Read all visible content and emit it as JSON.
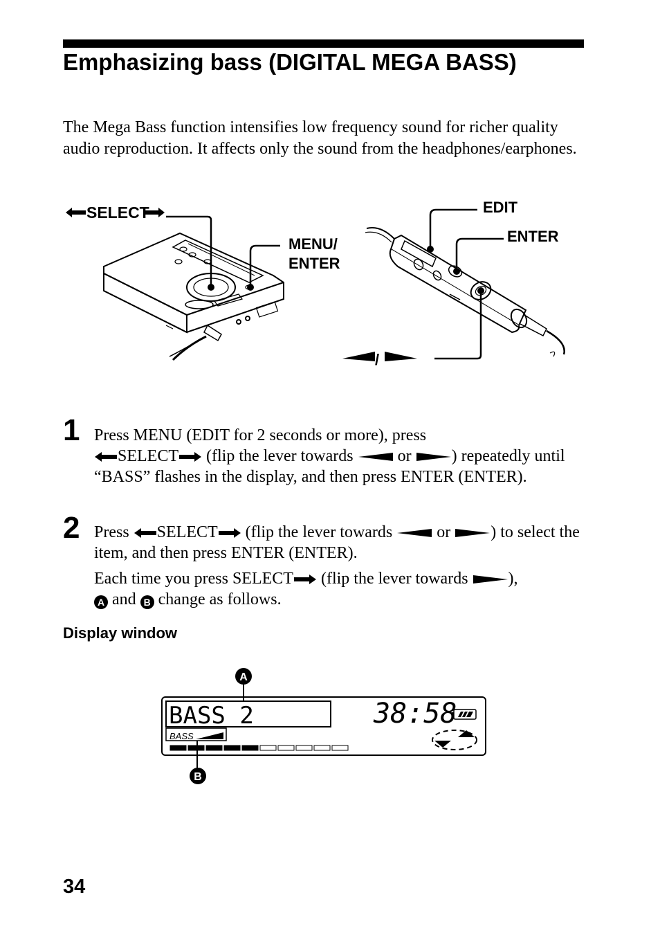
{
  "page": {
    "title": "Emphasizing bass (DIGITAL MEGA BASS)",
    "intro": "The Mega Bass function intensifies low frequency sound for richer quality audio reproduction. It affects only the sound from the headphones/earphones.",
    "page_number": "34"
  },
  "illustration": {
    "label_select": "SELECT",
    "label_menu_line1": "MENU/",
    "label_menu_line2": "ENTER",
    "label_edit": "EDIT",
    "label_enter": "ENTER",
    "label_lever_sep": "/"
  },
  "steps": [
    {
      "number": "1",
      "t1": "Press MENU (EDIT for 2 seconds or more), press",
      "t2": "SELECT",
      "t3": " (flip the lever towards ",
      "t4": " or ",
      "t5": ") repeatedly until “BASS” flashes in the display, and then press ENTER (ENTER)."
    },
    {
      "number": "2",
      "t1": "Press ",
      "t2": "SELECT",
      "t3": " (flip the lever towards ",
      "t4": " or ",
      "t5": ") to select the item, and then press ENTER (ENTER).",
      "p2_t1": "Each time you press SELECT",
      "p2_t2": " (flip the lever towards ",
      "p2_t3": "),",
      "marker_a": "A",
      "p2_t4": " and ",
      "marker_b": "B",
      "p2_t5": " change as follows."
    }
  ],
  "display_window": {
    "heading": "Display window",
    "main_text": "BASS 2",
    "time_text": "38:58",
    "bass_label": "BASS",
    "marker_a": "A",
    "marker_b": "B",
    "level_filled": 5,
    "level_total": 10,
    "icons": [
      "battery-icon",
      "disc-rotation-icon"
    ]
  }
}
